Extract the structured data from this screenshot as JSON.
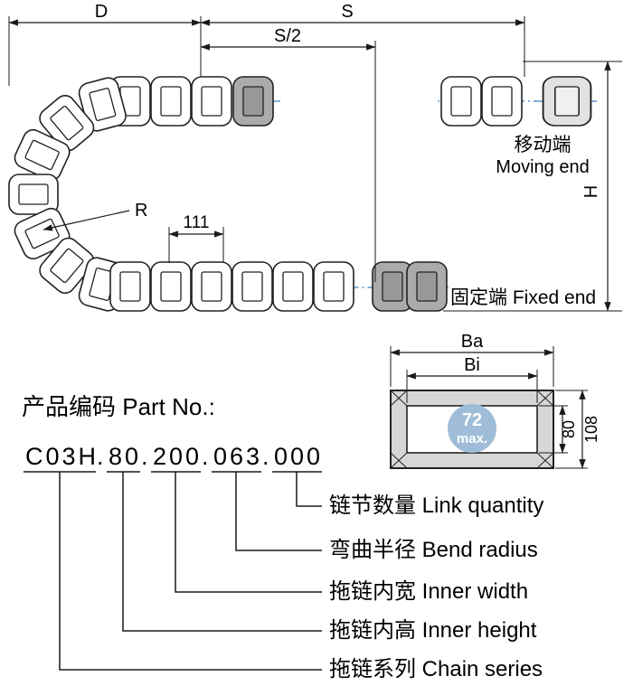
{
  "drawing": {
    "dim_d": "D",
    "dim_s": "S",
    "dim_s_half": "S/2",
    "dim_r": "R",
    "dim_pitch": "111",
    "dim_h": "H",
    "moving_end_zh": "移动端",
    "moving_end_en": "Moving end",
    "fixed_end": "固定端 Fixed end"
  },
  "cross_section": {
    "dim_ba": "Ba",
    "dim_bi": "Bi",
    "cable_max_value": "72",
    "cable_max_unit": "max.",
    "dim_inner_height": "80",
    "dim_outer_height": "108"
  },
  "part_number": {
    "heading": "产品编码 Part No.:",
    "code": "C03H.80.200.063.000",
    "separator": ".",
    "breakdown": [
      {
        "code": "C03H",
        "label": "拖链系列 Chain series"
      },
      {
        "code": "80",
        "label": "拖链内高 Inner height"
      },
      {
        "code": "200",
        "label": "拖链内宽 Inner width"
      },
      {
        "code": "063",
        "label": "弯曲半径 Bend radius"
      },
      {
        "code": "000",
        "label": "链节数量 Link quantity"
      }
    ]
  },
  "colors": {
    "centerline": "#3f7fbf",
    "moving_end_fill": "#e2e2e2",
    "fixed_end_fill": "#ababab",
    "cable_circle": "#9fbdd8",
    "line": "#1a1a1a"
  }
}
